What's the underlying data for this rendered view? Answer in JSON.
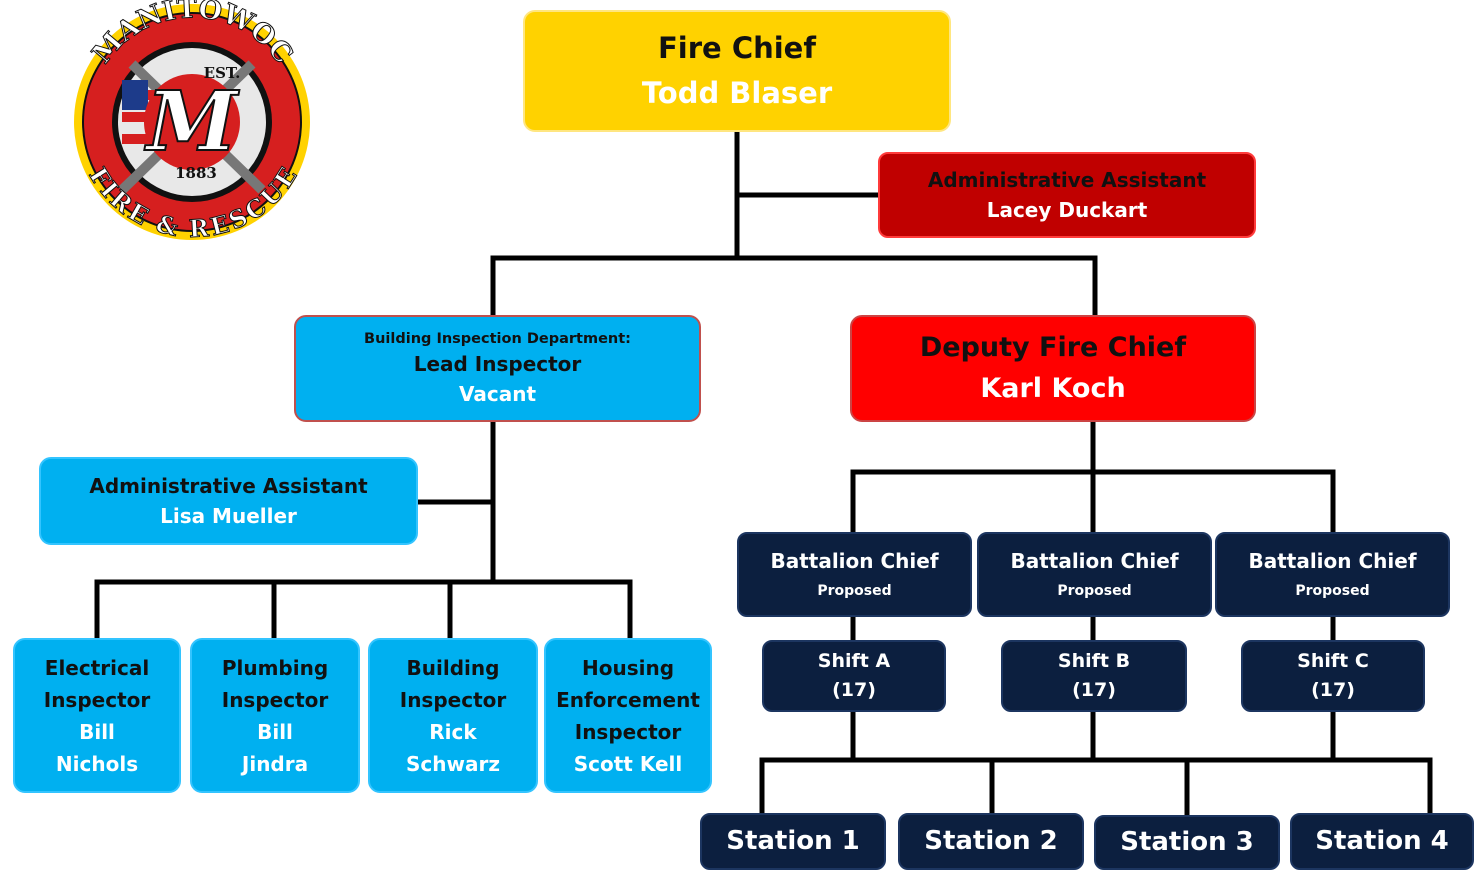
{
  "logo": {
    "top_text": "MANITOWOC",
    "bottom_text": "FIRE & RESCUE",
    "est_label": "EST.",
    "year": "1883",
    "letter": "M"
  },
  "fire_chief": {
    "title": "Fire Chief",
    "name": "Todd Blaser"
  },
  "chief_admin_assistant": {
    "title": "Administrative Assistant",
    "name": "Lacey Duckart"
  },
  "building_inspection": {
    "department": "Building Inspection Department:",
    "title": "Lead Inspector",
    "name": "Vacant"
  },
  "building_admin_assistant": {
    "title": "Administrative Assistant",
    "name": "Lisa Mueller"
  },
  "inspectors": [
    {
      "title_lines": [
        "Electrical",
        "Inspector"
      ],
      "name_lines": [
        "Bill",
        "Nichols"
      ]
    },
    {
      "title_lines": [
        "Plumbing",
        "Inspector"
      ],
      "name_lines": [
        "Bill",
        "Jindra"
      ]
    },
    {
      "title_lines": [
        "Building",
        "Inspector"
      ],
      "name_lines": [
        "Rick",
        "Schwarz"
      ]
    },
    {
      "title_lines": [
        "Housing",
        "Enforcement",
        "Inspector"
      ],
      "name_lines": [
        "Scott Kell"
      ]
    }
  ],
  "deputy_chief": {
    "title": "Deputy Fire Chief",
    "name": "Karl Koch"
  },
  "battalion_chiefs": [
    {
      "title": "Battalion Chief",
      "status": "Proposed"
    },
    {
      "title": "Battalion Chief",
      "status": "Proposed"
    },
    {
      "title": "Battalion Chief",
      "status": "Proposed"
    }
  ],
  "shifts": [
    {
      "name": "Shift A",
      "count": "(17)"
    },
    {
      "name": "Shift B",
      "count": "(17)"
    },
    {
      "name": "Shift C",
      "count": "(17)"
    }
  ],
  "stations": [
    "Station 1",
    "Station 2",
    "Station 3",
    "Station 4"
  ],
  "colors": {
    "fire_chief": "#ffd200",
    "admin_assistant_chief": "#c00000",
    "deputy_chief": "#ff0000",
    "building_dept": "#00b0f0",
    "operations": "#0c1f3f",
    "connector": "#000000"
  }
}
